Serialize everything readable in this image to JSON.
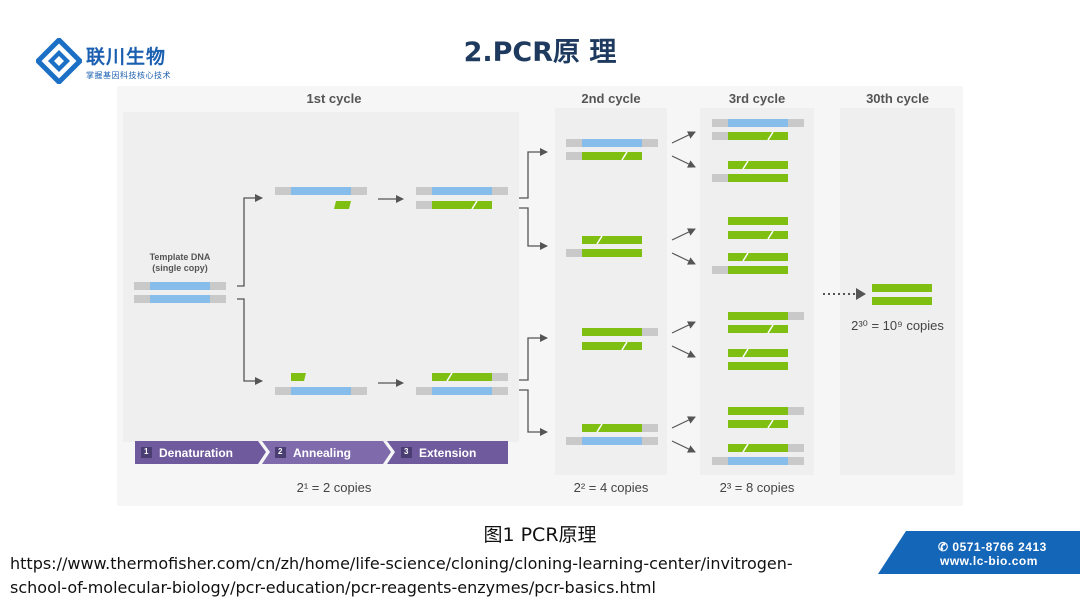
{
  "brand": {
    "name": "联川生物",
    "tagline": "掌握基因科技核心技术"
  },
  "slide_title": "2.PCR原 理",
  "diagram": {
    "columns": [
      {
        "heading": "1st cycle",
        "copies": "2¹ = 2 copies"
      },
      {
        "heading": "2nd cycle",
        "copies": "2² = 4 copies"
      },
      {
        "heading": "3rd cycle",
        "copies": "2³ = 8 copies"
      },
      {
        "heading": "30th cycle",
        "copies": "2³⁰ = 10⁹ copies"
      }
    ],
    "template_label_1": "Template DNA",
    "template_label_2": "(single copy)",
    "steps": [
      {
        "num": "1",
        "label": "Denaturation"
      },
      {
        "num": "2",
        "label": "Annealing"
      },
      {
        "num": "3",
        "label": "Extension"
      }
    ],
    "colors": {
      "template_strand": "#87bdea",
      "new_strand": "#7fbf12",
      "primer_end": "#c9c9c9",
      "panel": "#efefef",
      "step_bar": "#6f5a9e"
    }
  },
  "caption": "图1 PCR原理",
  "source_url_line1": "https://www.thermofisher.com/cn/zh/home/life-science/cloning/cloning-learning-center/invitrogen-",
  "source_url_line2": "school-of-molecular-biology/pcr-education/pcr-reagents-enzymes/pcr-basics.html",
  "contact": {
    "phone": "✆ 0571-8766 2413",
    "website": "www.lc-bio.com"
  }
}
